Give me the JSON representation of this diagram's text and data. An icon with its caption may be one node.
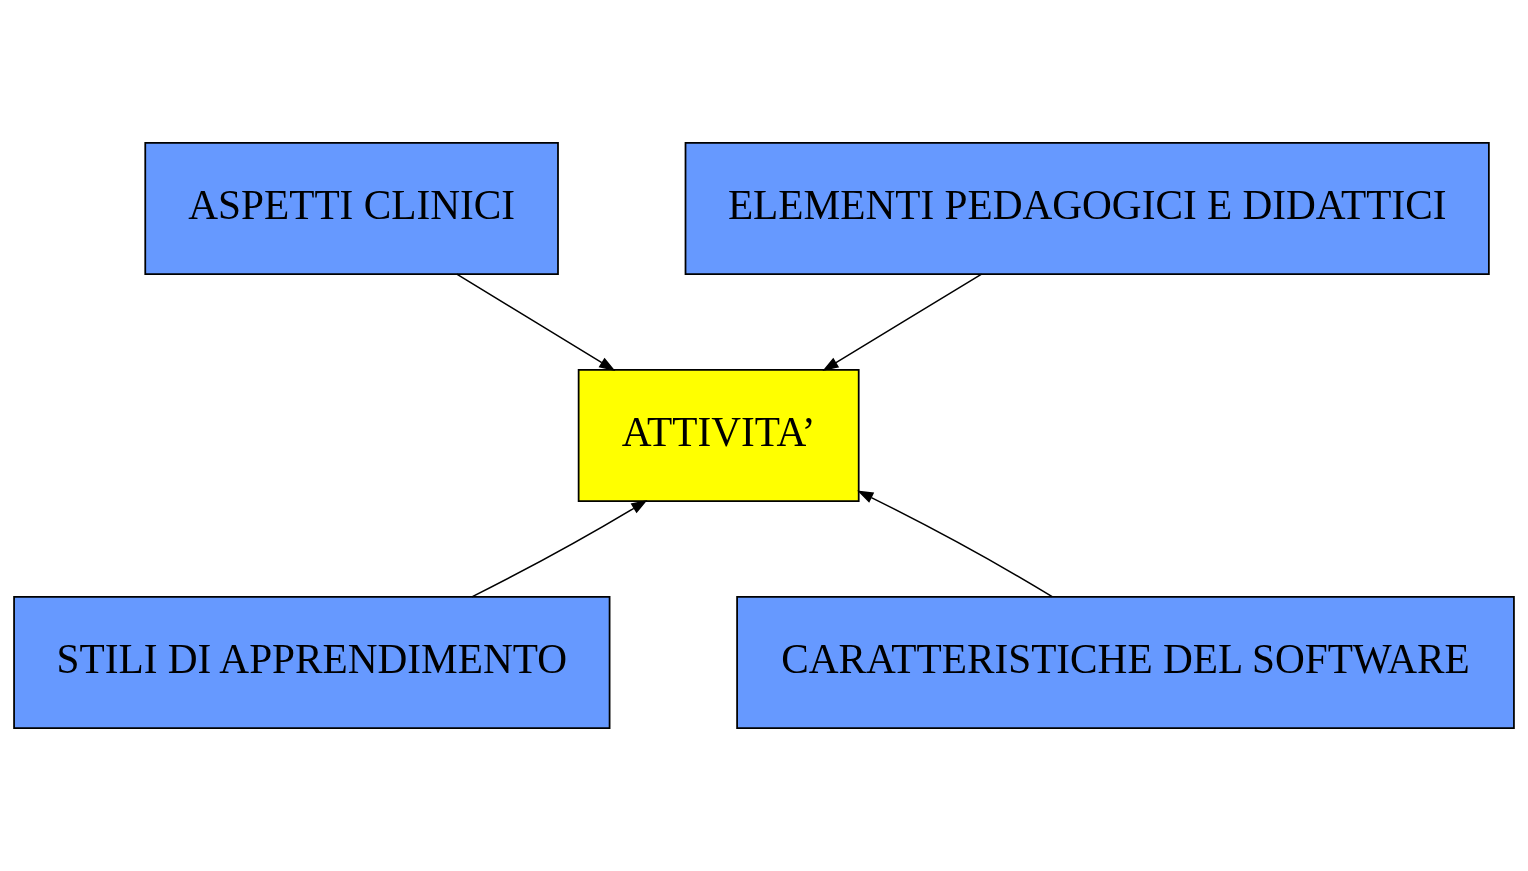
{
  "diagram": {
    "nodes": [
      {
        "text": [
          "ASPETTI CLINICI"
        ]
      },
      {
        "text": [
          "ELEMENTI PEDAGOGICI E DIDATTICI"
        ]
      },
      {
        "text": [
          "ATTIVITA’"
        ]
      },
      {
        "text": [
          "STILI DI APPRENDIMENTO"
        ]
      },
      {
        "text": [
          "CARATTERISTICHE DEL SOFTWARE"
        ]
      }
    ],
    "edges": [
      {
        "from": 0,
        "to": 2,
        "arrow": "to"
      },
      {
        "from": 1,
        "to": 2,
        "arrow": "to"
      },
      {
        "from": 3,
        "to": 2,
        "arrow": "to"
      },
      {
        "from": 4,
        "to": 2,
        "arrow": "to"
      }
    ]
  }
}
